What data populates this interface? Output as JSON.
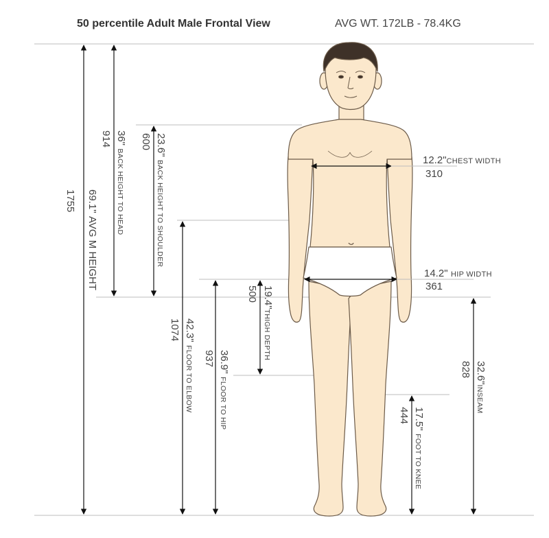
{
  "header": {
    "title": "50 percentile Adult Male Frontal View",
    "weight": "AVG WT. 172LB - 78.4KG"
  },
  "measurements": {
    "avg_height": {
      "inches": "69.1\"",
      "label": "AVG M HEIGHT",
      "mm": "1755"
    },
    "back_to_head": {
      "inches": "36\"",
      "label": "BACK HEIGHT TO HEAD",
      "mm": "914"
    },
    "back_to_shoulder": {
      "inches": "23.6\"",
      "label": "BACK HEIGHT TO SHOULDER",
      "mm": "600"
    },
    "floor_to_elbow": {
      "inches": "42.3\"",
      "label": "FLOOR TO ELBOW",
      "mm": "1074"
    },
    "floor_to_hip": {
      "inches": "36.9\"",
      "label": "FLOOR TO HIP",
      "mm": "937"
    },
    "thigh_depth": {
      "inches": "19.4\"",
      "label": "THIGH DEPTH",
      "mm": "500"
    },
    "inseam": {
      "inches": "32.6\"",
      "label": "INSEAM",
      "mm": "828"
    },
    "foot_to_knee": {
      "inches": "17.5\"",
      "label": "FOOT TO KNEE",
      "mm": "444"
    },
    "chest_width": {
      "inches": "12.2\"",
      "label": "CHEST WIDTH",
      "mm": "310"
    },
    "hip_width": {
      "inches": "14.2\"",
      "label": "HIP WIDTH",
      "mm": "361"
    }
  },
  "colors": {
    "skin": "#fbe8cc",
    "outline": "#6b5a48",
    "hair": "#3e3128",
    "guide": "#bdbdbd",
    "arrow": "#111111"
  }
}
